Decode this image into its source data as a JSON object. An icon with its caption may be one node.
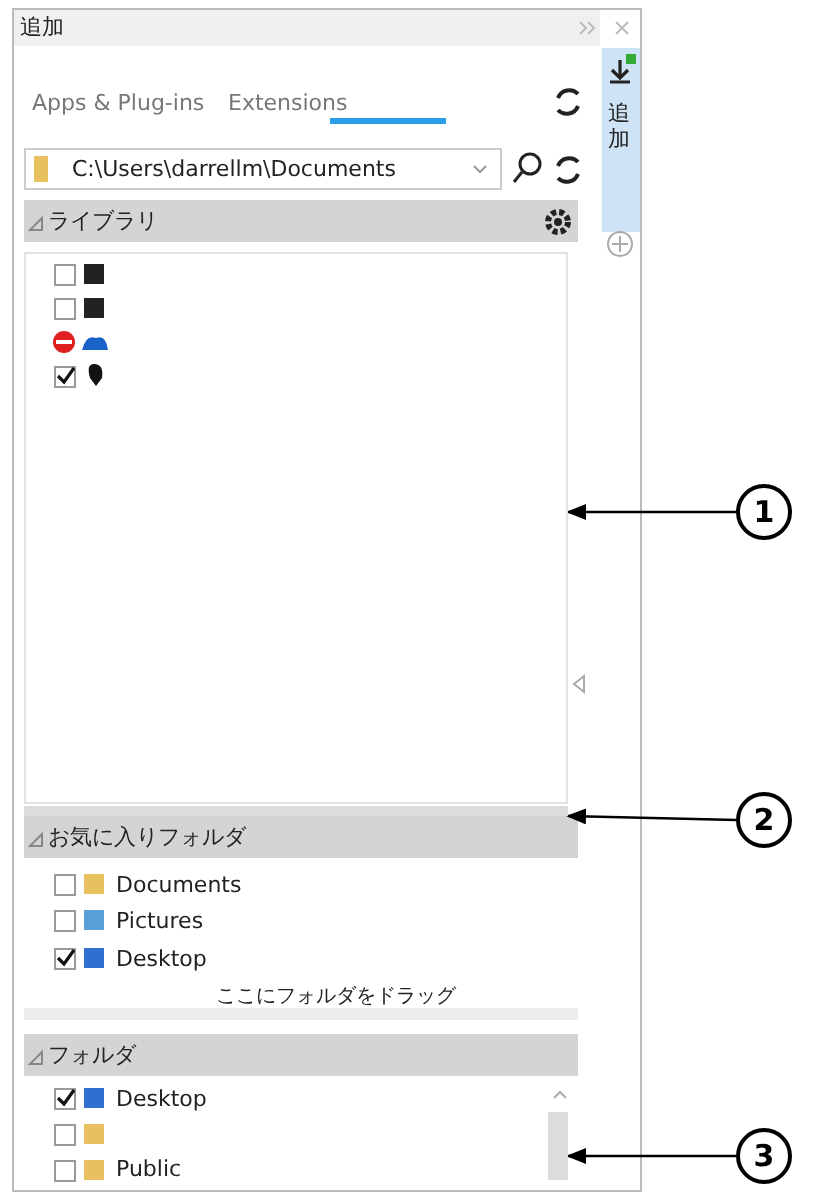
{
  "diagram": {
    "nodes": [
      {
        "text": [
          "1"
        ]
      },
      {
        "text": [
          "2"
        ]
      },
      {
        "text": [
          "3"
        ]
      },
      {
        "text": [],
        "shape": "box"
      },
      {
        "text": [],
        "shape": "bar"
      },
      {
        "text": [],
        "shape": "bar"
      }
    ],
    "edges": [
      {
        "from": 0,
        "to": 3,
        "arrow": "to"
      },
      {
        "from": 1,
        "to": 4,
        "arrow": "to"
      },
      {
        "from": 2,
        "to": 5,
        "arrow": "to"
      }
    ],
    "labels": [
      "追加",
      "Apps & Plug-ins",
      "Extensions",
      "C:\\Users\\darrellm\\Documents",
      "ライブラリ",
      "お気に入りフォルダ",
      "Documents",
      "Pictures",
      "Desktop",
      "ここにフォルダをドラッグ",
      "フォルダ",
      "Desktop",
      "Public",
      "追加"
    ]
  }
}
